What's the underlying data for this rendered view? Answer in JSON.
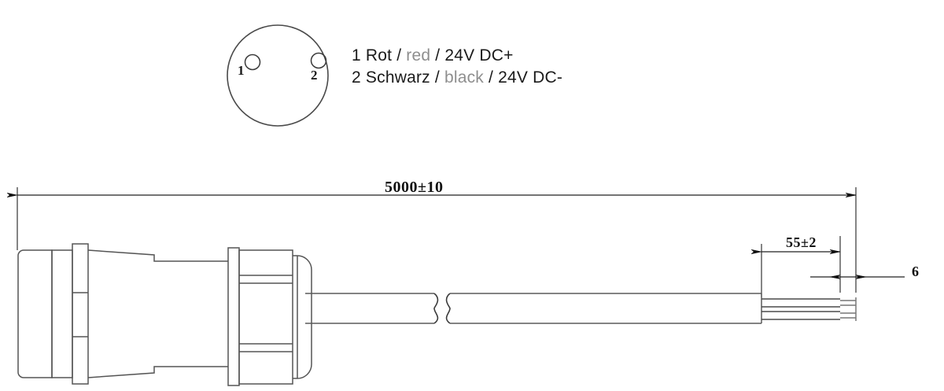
{
  "drawing": {
    "title": "cable-assembly-technical-drawing",
    "line_color": "#555555",
    "heavy_line_color": "#3a3a3a",
    "dim_line_color": "#222222",
    "text_color": "#1a1a1a",
    "muted_text_color": "#8e8e8e",
    "background": "#ffffff"
  },
  "pinout": {
    "name": "connector-face-view",
    "pins": [
      {
        "number": "1",
        "label_de": "Rot",
        "label_en": "red",
        "signal": "24V DC+"
      },
      {
        "number": "2",
        "label_de": "Schwarz",
        "label_en": "black",
        "signal": "24V DC-"
      }
    ],
    "legend": [
      {
        "prefix": "1 Rot / ",
        "muted": "red",
        "suffix": " / 24V DC+"
      },
      {
        "prefix": "2 Schwarz / ",
        "muted": "black",
        "suffix": " / 24V DC-"
      }
    ]
  },
  "dimensions": {
    "total_length": "5000±10",
    "strip_length": "55±2",
    "tip_length": "6"
  }
}
